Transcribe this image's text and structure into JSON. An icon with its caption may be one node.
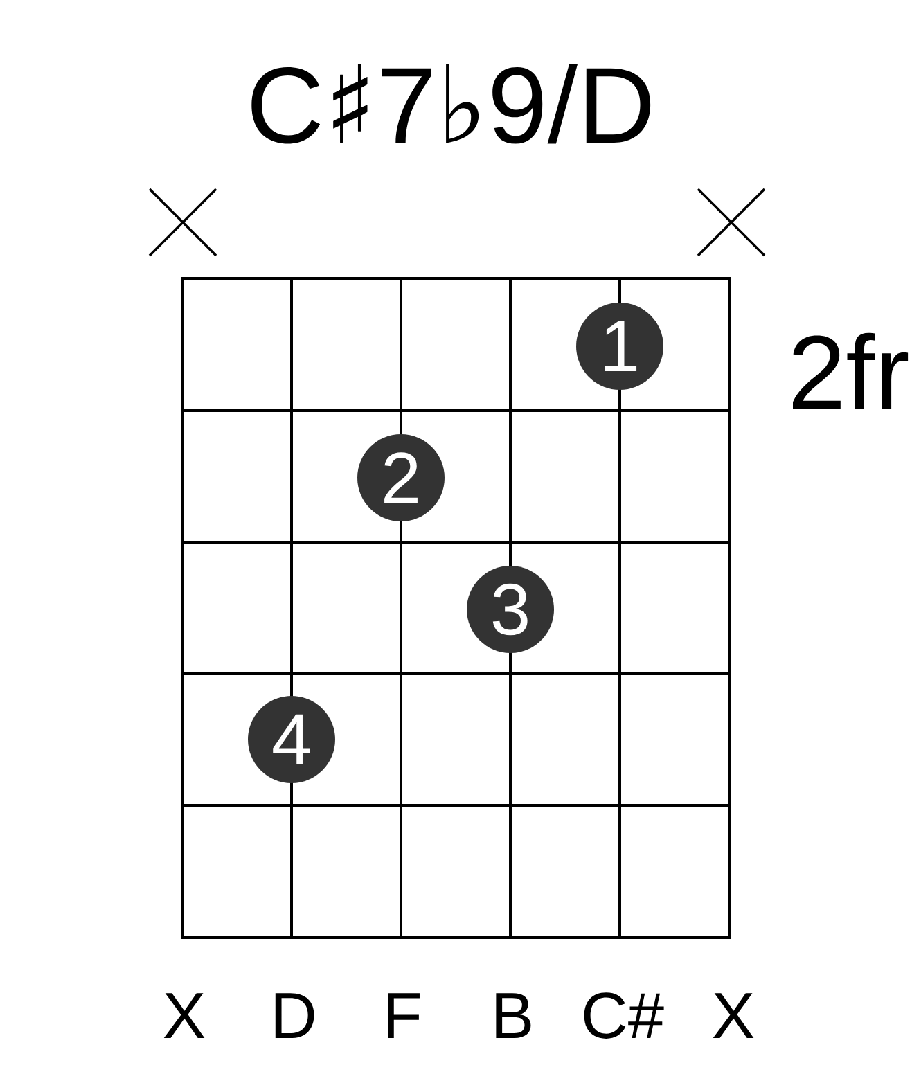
{
  "diagram": {
    "title": "C♯7♭9/D",
    "nodes": [
      {
        "text": [
          "1"
        ]
      },
      {
        "text": [
          "2"
        ]
      },
      {
        "text": [
          "3"
        ]
      },
      {
        "text": [
          "4"
        ]
      }
    ],
    "labels": [
      "2fr",
      "X",
      "D",
      "F",
      "B",
      "C#",
      "X"
    ]
  }
}
